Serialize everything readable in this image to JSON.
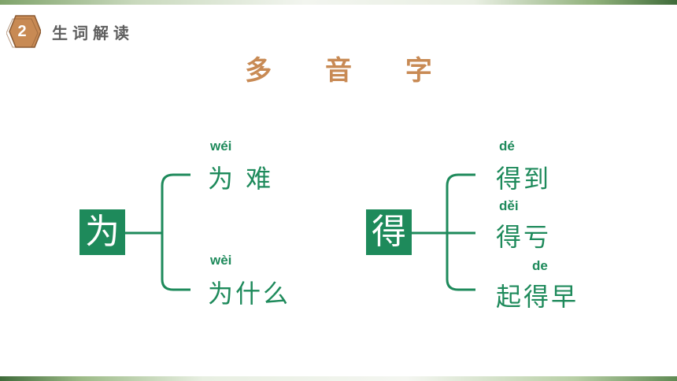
{
  "header": {
    "section_number": "2",
    "section_title": "生词解读"
  },
  "title": "多 音 字",
  "groups": [
    {
      "char": "为",
      "readings": [
        {
          "pinyin": "wéi",
          "word": "为 难"
        },
        {
          "pinyin": "wèi",
          "word": "为什么"
        }
      ]
    },
    {
      "char": "得",
      "readings": [
        {
          "pinyin": "dé",
          "word": "得到"
        },
        {
          "pinyin": "děi",
          "word": "得亏"
        },
        {
          "pinyin": "de",
          "word": "起得早"
        }
      ]
    }
  ],
  "colors": {
    "accent": "#1e8a5b",
    "title": "#c88a54",
    "badge": "#c88a54",
    "header_text": "#5e5e5e"
  }
}
